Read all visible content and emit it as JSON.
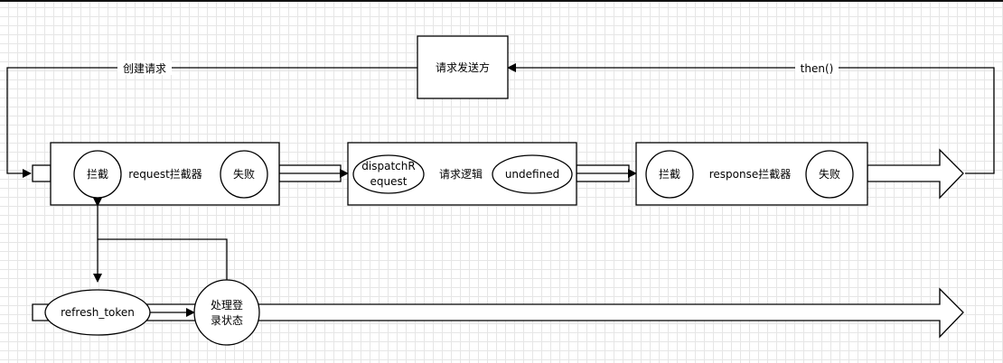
{
  "nodes": {
    "sender": "请求发送方",
    "intercept_1": "拦截",
    "request_interceptor": "request拦截器",
    "fail_1": "失败",
    "dispatch_line1": "dispatchR",
    "dispatch_line2": "equest",
    "request_logic": "请求逻辑",
    "undefined": "undefined",
    "intercept_2": "拦截",
    "response_interceptor": "response拦截器",
    "fail_2": "失败",
    "refresh_token": "refresh_token",
    "handle_login_line1": "处理登",
    "handle_login_line2": "录状态"
  },
  "edges": {
    "create_request": "创建请求",
    "then": "then()"
  },
  "colors": {
    "stroke": "#000000",
    "fill": "#ffffff",
    "grid": "#e6e6e6"
  }
}
